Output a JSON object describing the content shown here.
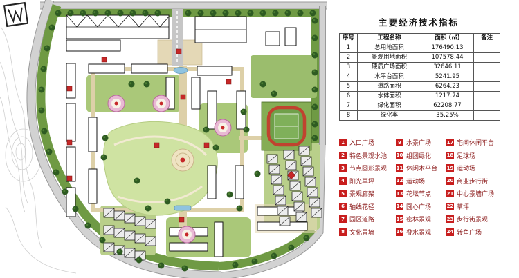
{
  "table": {
    "title": "主要经济技术指标",
    "headers": [
      "序号",
      "工程名称",
      "面积 (㎡)",
      "备注"
    ],
    "rows": [
      [
        "1",
        "总用地面积",
        "176490.13",
        ""
      ],
      [
        "2",
        "景观用地面积",
        "107578.44",
        ""
      ],
      [
        "3",
        "硬质广场面积",
        "32646.11",
        ""
      ],
      [
        "4",
        "木平台面积",
        "5241.95",
        ""
      ],
      [
        "5",
        "道路面积",
        "6264.23",
        ""
      ],
      [
        "6",
        "水体面积",
        "1217.74",
        ""
      ],
      [
        "7",
        "绿化面积",
        "62208.77",
        ""
      ],
      [
        "8",
        "绿化率",
        "35.25%",
        ""
      ]
    ]
  },
  "legend": {
    "columns": [
      [
        {
          "num": "1",
          "label": "入口广场"
        },
        {
          "num": "2",
          "label": "特色景观水池"
        },
        {
          "num": "3",
          "label": "节点圆形景观"
        },
        {
          "num": "4",
          "label": "阳光草坪"
        },
        {
          "num": "5",
          "label": "景观廊架"
        },
        {
          "num": "6",
          "label": "轴线花径"
        },
        {
          "num": "7",
          "label": "园区道路"
        },
        {
          "num": "8",
          "label": "文化景墙"
        }
      ],
      [
        {
          "num": "9",
          "label": "水景广场"
        },
        {
          "num": "10",
          "label": "组团绿化"
        },
        {
          "num": "11",
          "label": "休闲木平台"
        },
        {
          "num": "12",
          "label": "运动场"
        },
        {
          "num": "13",
          "label": "花坛节点"
        },
        {
          "num": "14",
          "label": "圆心广场"
        },
        {
          "num": "15",
          "label": "密林景观"
        },
        {
          "num": "16",
          "label": "叠水景观"
        }
      ],
      [
        {
          "num": "17",
          "label": "宅间休闲平台"
        },
        {
          "num": "18",
          "label": "足球场"
        },
        {
          "num": "19",
          "label": "运动场"
        },
        {
          "num": "20",
          "label": "商业步行街"
        },
        {
          "num": "21",
          "label": "中心景墙广场"
        },
        {
          "num": "22",
          "label": "草坪"
        },
        {
          "num": "23",
          "label": "步行街景观"
        },
        {
          "num": "24",
          "label": "转角广场"
        }
      ]
    ]
  },
  "colors": {
    "legend_red": "#c81e1e",
    "legend_text": "#8b1a1a",
    "lawn_green": "#cfe3a2",
    "tree_green": "#2e5b22",
    "road_gray": "#d2d2d2",
    "track_red": "#c0432f"
  }
}
